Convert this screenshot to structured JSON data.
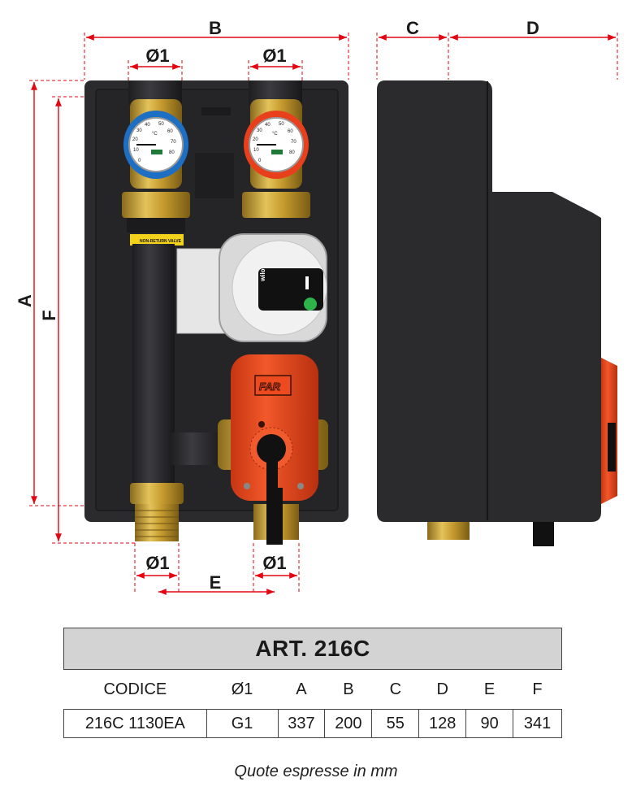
{
  "dimensions": {
    "A": "A",
    "B": "B",
    "C": "C",
    "D": "D",
    "E": "E",
    "F": "F",
    "diameter": "Ø1"
  },
  "labels": {
    "non_return_valve": "NON-RETURN VALVE",
    "pump_brand": "wilo",
    "valve_brand": "FAR"
  },
  "table": {
    "title": "ART. 216C",
    "headers": [
      "CODICE",
      "Ø1",
      "A",
      "B",
      "C",
      "D",
      "E",
      "F"
    ],
    "rows": [
      [
        "216C 1130EA",
        "G1",
        "337",
        "200",
        "55",
        "128",
        "90",
        "341"
      ]
    ]
  },
  "note": "Quote espresse in mm",
  "colors": {
    "dimension_red": "#e30613",
    "body_dark": "#2b2b2e",
    "brass": "#c9a23a",
    "actuator_orange": "#ee4a1f",
    "gauge_blue": "#1d6fc4",
    "gauge_red": "#e8401c"
  }
}
